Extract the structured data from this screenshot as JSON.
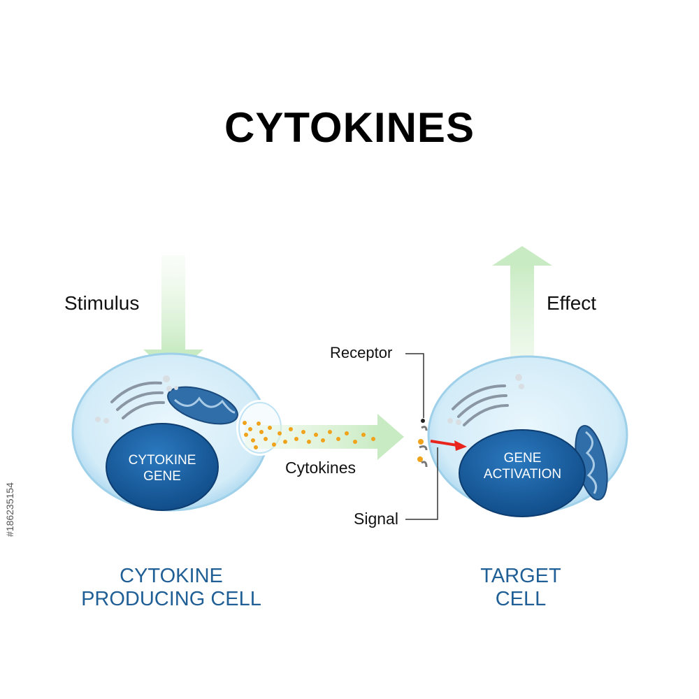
{
  "title": "CYTOKINES",
  "labels": {
    "stimulus": "Stimulus",
    "effect": "Effect",
    "receptor": "Receptor",
    "cytokines": "Cytokines",
    "signal": "Signal"
  },
  "nuclei": {
    "left_line1": "CYTOKINE",
    "left_line2": "GENE",
    "right_line1": "GENE",
    "right_line2": "ACTIVATION"
  },
  "cells": {
    "left_line1": "CYTOKINE",
    "left_line2": "PRODUCING CELL",
    "right_line1": "TARGET",
    "right_line2": "CELL"
  },
  "stock_id": "#186235154",
  "colors": {
    "nucleus": "#1a5b9b",
    "cell_membrane": "#bfe3f4",
    "arrow_green": "#d7f0d2",
    "cytokine_dot": "#f0a31a",
    "signal_arrow": "#e8241d",
    "cell_label": "#1f5f96"
  }
}
